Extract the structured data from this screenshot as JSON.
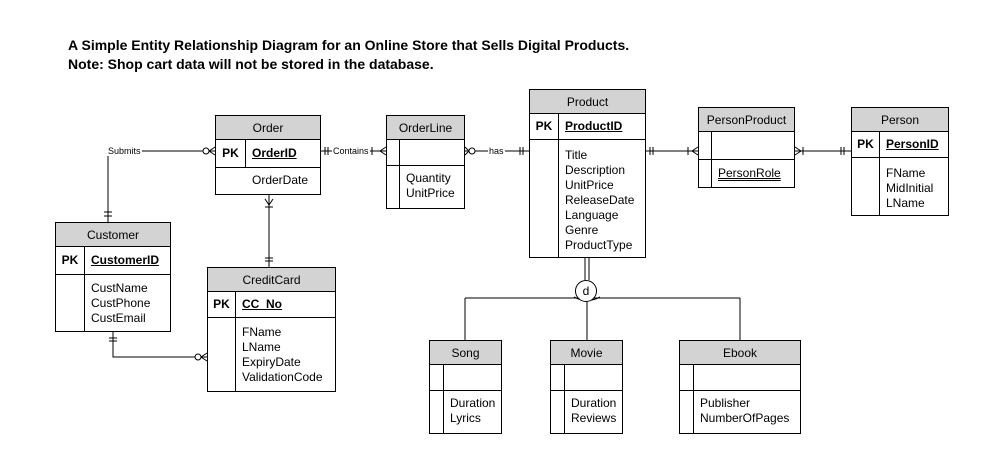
{
  "title": {
    "line1": "A Simple Entity Relationship Diagram for an Online Store that Sells Digital Products.",
    "line2": "Note: Shop cart data will not be stored in the database."
  },
  "pk_label": "PK",
  "entities": {
    "order": {
      "name": "Order",
      "pk": "OrderID",
      "attrs": [
        "OrderDate"
      ]
    },
    "orderline": {
      "name": "OrderLine",
      "attrs": [
        "Quantity",
        "UnitPrice"
      ]
    },
    "product": {
      "name": "Product",
      "pk": "ProductID",
      "attrs": [
        "Title",
        "Description",
        "UnitPrice",
        "ReleaseDate",
        "Language",
        "Genre",
        "ProductType"
      ]
    },
    "personproduct": {
      "name": "PersonProduct",
      "attrs": [
        "PersonRole"
      ]
    },
    "person": {
      "name": "Person",
      "pk": "PersonID",
      "attrs": [
        "FName",
        "MidInitial",
        "LName"
      ]
    },
    "customer": {
      "name": "Customer",
      "pk": "CustomerID",
      "attrs": [
        "CustName",
        "CustPhone",
        "CustEmail"
      ]
    },
    "creditcard": {
      "name": "CreditCard",
      "pk": "CC_No",
      "attrs": [
        "FName",
        "LName",
        "ExpiryDate",
        "ValidationCode"
      ]
    },
    "song": {
      "name": "Song",
      "attrs": [
        "Duration",
        "Lyrics"
      ]
    },
    "movie": {
      "name": "Movie",
      "attrs": [
        "Duration",
        "Reviews"
      ]
    },
    "ebook": {
      "name": "Ebook",
      "attrs": [
        "Publisher",
        "NumberOfPages"
      ]
    }
  },
  "relationships": {
    "submits": "Submits",
    "contains": "Contains",
    "has": "has"
  },
  "disjoint_marker": "d"
}
